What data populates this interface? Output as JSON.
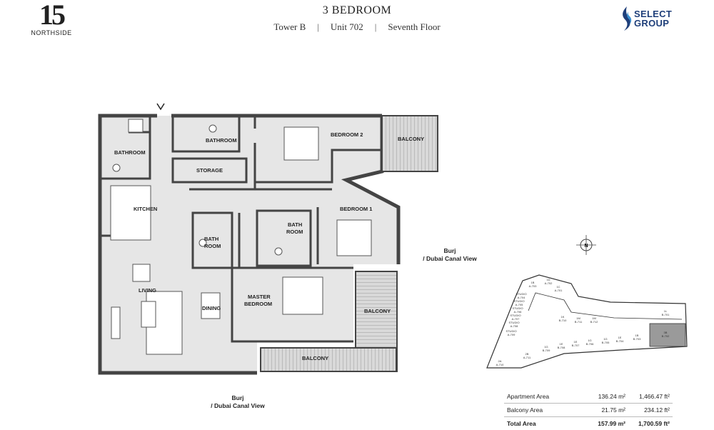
{
  "header": {
    "logo_number": "15",
    "logo_text": "NORTHSIDE",
    "title": "3 BEDROOM",
    "tower": "Tower B",
    "unit": "Unit 702",
    "floor": "Seventh Floor",
    "separator": "|",
    "brand_line1": "SELECT",
    "brand_line2": "GROUP"
  },
  "rooms": {
    "bathroom_top": "BATHROOM",
    "bathroom_left": "BATHROOM",
    "bedroom2": "BEDROOM 2",
    "balcony_top": "BALCONY",
    "storage": "STORAGE",
    "kitchen": "KITCHEN",
    "bath1_a": "BATH",
    "bath1_b": "ROOM",
    "bath2_a": "BATH",
    "bath2_b": "ROOM",
    "bedroom1": "BEDROOM 1",
    "living": "LIVING",
    "dining": "DINING",
    "master_a": "MASTER",
    "master_b": "BEDROOM",
    "balcony_right": "BALCONY",
    "balcony_bottom": "BALCONY"
  },
  "views": {
    "right_line1": "Burj",
    "right_line2": "/ Dubai Canal View",
    "bottom_line1": "Burj",
    "bottom_line2": "/ Dubai Canal View"
  },
  "compass": {
    "label": "N"
  },
  "keyplan": {
    "units": [
      {
        "type": "1B",
        "id": "A-703"
      },
      {
        "type": "1D",
        "id": "A-702"
      },
      {
        "type": "1C",
        "id": "A-701"
      },
      {
        "type": "STUDIO",
        "id": "A-704"
      },
      {
        "type": "STUDIO",
        "id": "A-705"
      },
      {
        "type": "STUDIO",
        "id": "A-706"
      },
      {
        "type": "STUDIO",
        "id": "A-707"
      },
      {
        "type": "STUDIO",
        "id": "A-708"
      },
      {
        "type": "STUDIO",
        "id": "A-709"
      },
      {
        "type": "1K",
        "id": "B-710"
      },
      {
        "type": "1M",
        "id": "B-711"
      },
      {
        "type": "1M",
        "id": "B-712"
      },
      {
        "type": "2B",
        "id": "A-711"
      },
      {
        "type": "2A",
        "id": "A-710"
      },
      {
        "type": "1G",
        "id": "B-709"
      },
      {
        "type": "1E",
        "id": "B-708"
      },
      {
        "type": "1E",
        "id": "B-707"
      },
      {
        "type": "1G",
        "id": "B-706"
      },
      {
        "type": "1G",
        "id": "B-705"
      },
      {
        "type": "1E",
        "id": "B-704"
      },
      {
        "type": "1B",
        "id": "B-703"
      },
      {
        "type": "1L",
        "id": "B-701"
      },
      {
        "type": "3B",
        "id": "B-702"
      }
    ],
    "highlight_color": "#9a9a9a"
  },
  "areas": {
    "rows": [
      {
        "label": "Apartment Area",
        "sqm": "136.24 m²",
        "sqft": "1,466.47 ft²"
      },
      {
        "label": "Balcony Area",
        "sqm": "21.75 m²",
        "sqft": "234.12 ft²"
      },
      {
        "label": "Total Area",
        "sqm": "157.99 m²",
        "sqft": "1,700.59 ft²"
      }
    ]
  },
  "colors": {
    "wall": "#444444",
    "floor": "#e6e6e6",
    "balcony": "#d6d6d6",
    "brand": "#1f3f7a"
  }
}
